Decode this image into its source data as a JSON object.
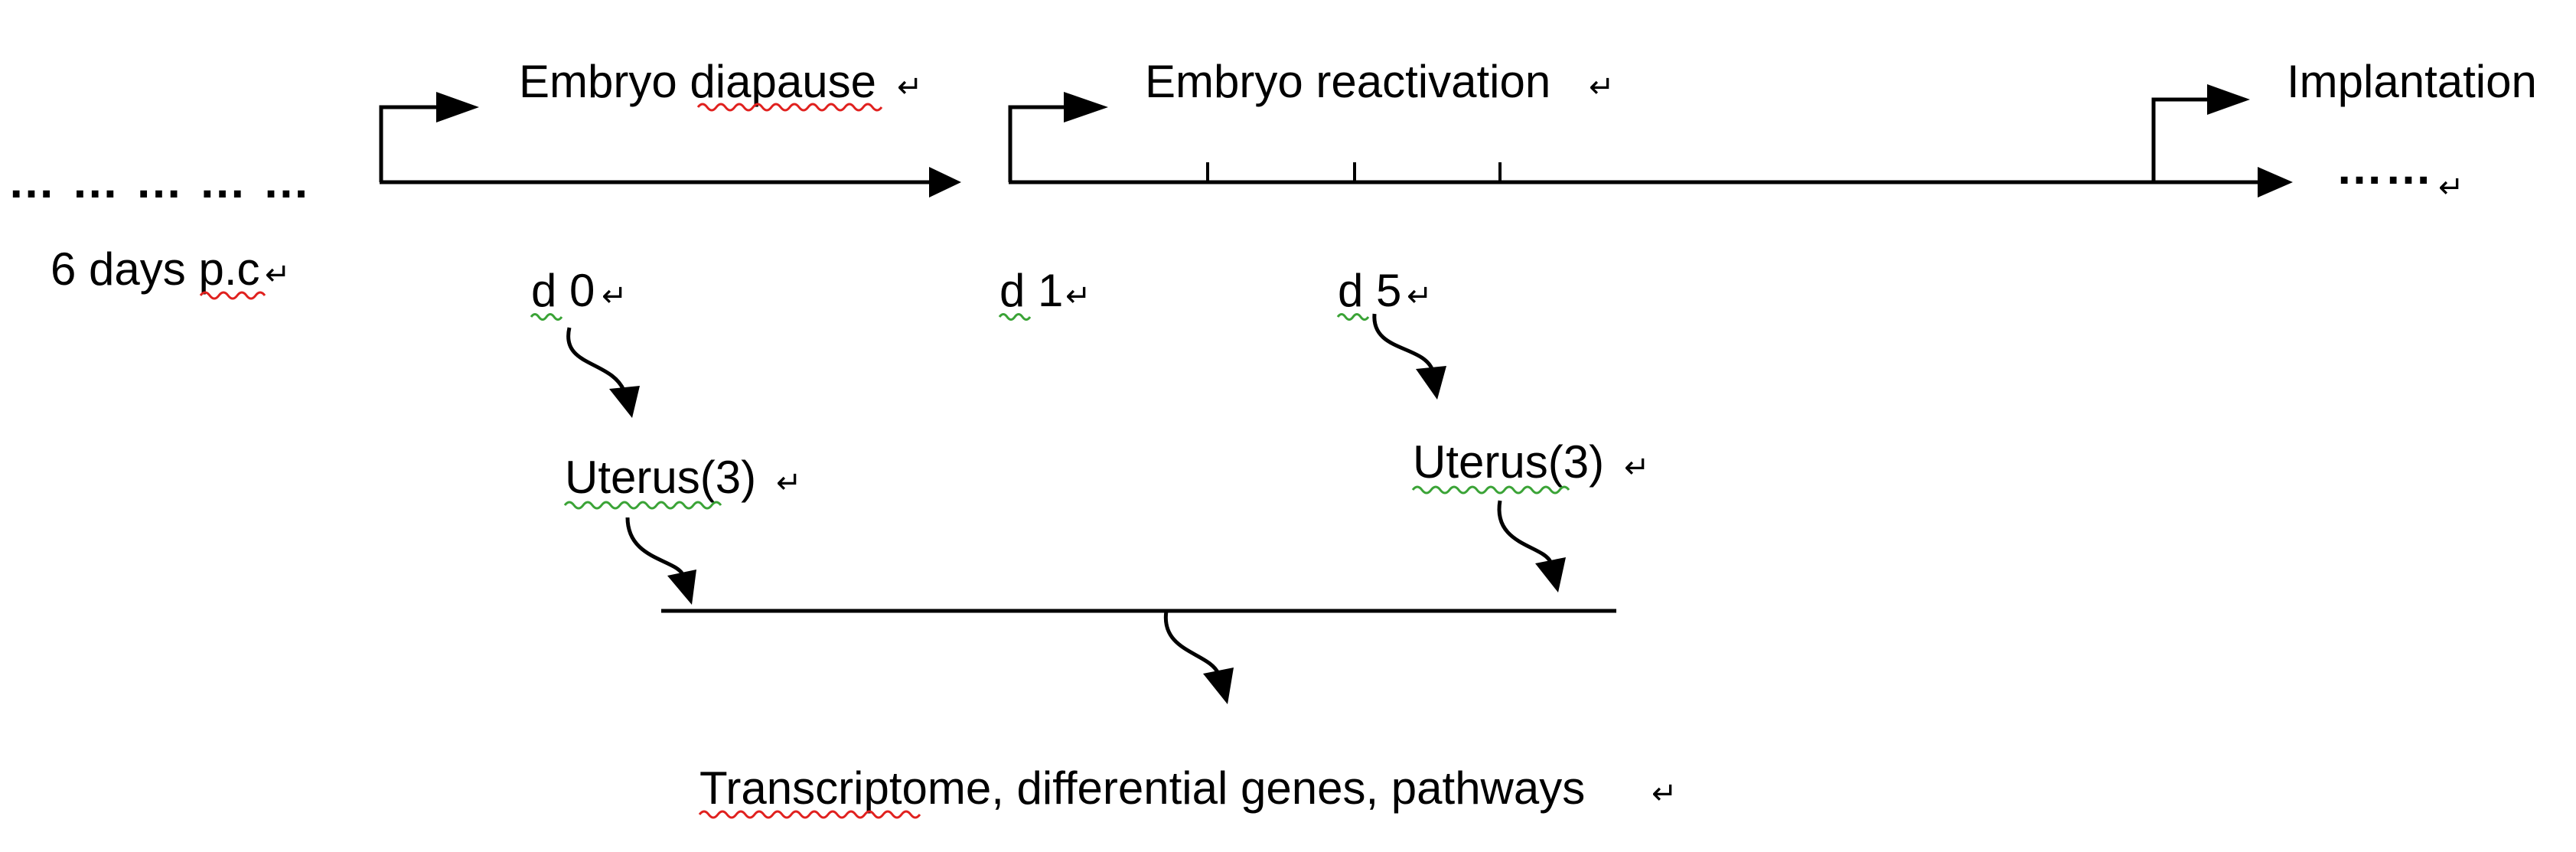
{
  "colors": {
    "line": "#000000",
    "background": "#ffffff",
    "spell_underline_red": "#e0201e",
    "grammar_underline_green": "#3aa336",
    "formatting_mark_gray": "#808080"
  },
  "formatting_mark": "↵",
  "timeline": {
    "prefix_dots": "… … … … …",
    "suffix_dots": "……",
    "start_label": "6 days p.c",
    "stage_diapause": "Embryo diapause",
    "stage_reactivation": "Embryo reactivation",
    "stage_implantation": "Implantation",
    "day_0": "d 0",
    "day_1": "d 1",
    "day_5": "d 5"
  },
  "samples": {
    "uterus_left": "Uterus(3)",
    "uterus_right": "Uterus(3)"
  },
  "outcome": {
    "text": "Transcriptome, differential genes, pathways"
  }
}
